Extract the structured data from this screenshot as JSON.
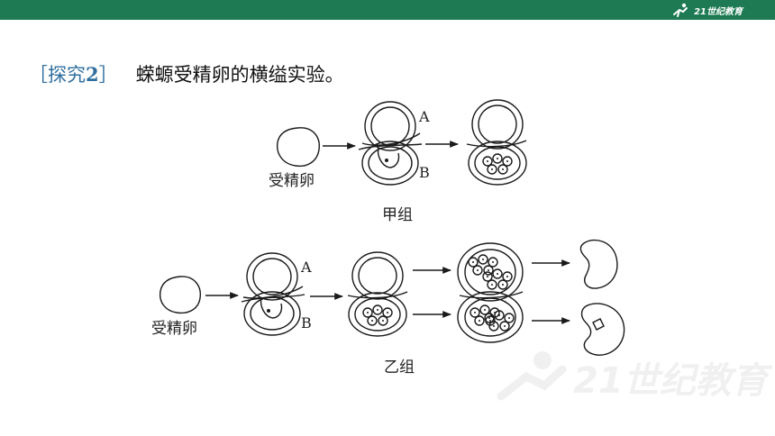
{
  "brand": {
    "text": "21世纪教育",
    "logo_icon": "runner-logo-icon",
    "watermark_text": "21世纪教育"
  },
  "title": {
    "tag_open": "［探究",
    "tag_number": "2",
    "tag_close": "］",
    "text": "蝾螈受精卵的横缢实验。"
  },
  "figure": {
    "group_a": {
      "start_label": "受精卵",
      "label_a": "A",
      "label_b": "B",
      "caption": "甲组"
    },
    "group_b": {
      "start_label": "受精卵",
      "label_a": "A",
      "label_b": "B",
      "caption": "乙组"
    }
  },
  "colors": {
    "topbar": "#1d7a52",
    "tag": "#2f6f9f",
    "text": "#111111"
  }
}
